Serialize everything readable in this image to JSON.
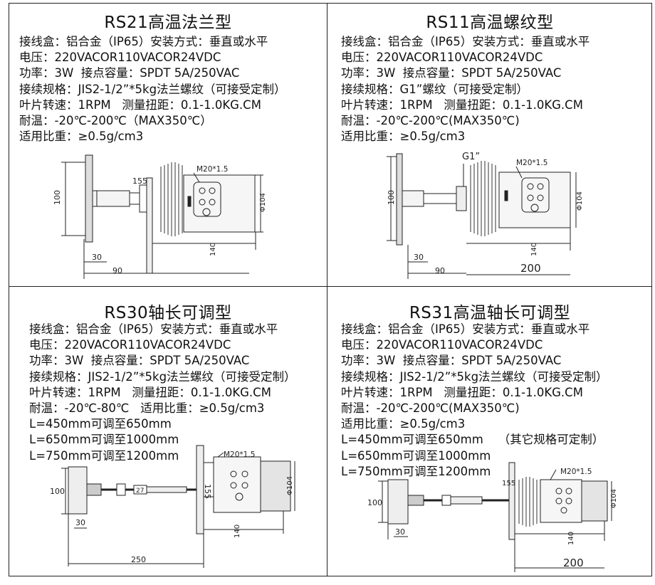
{
  "panels": [
    {
      "title": "RS21高温法兰型",
      "specs": [
        "接线盒：铝合金（IP65）安装方式：垂直或水平",
        "电压：220VACOR110VACOR24VDC",
        "功率：3W  接点容量：SPDT 5A/250VAC",
        "接续规格：JIS2-1/2”*5kg法兰螺纹（可接受定制）",
        "叶片转速：1RPM   测量扭距：0.1-1.0KG.CM",
        "耐温：-20℃-200℃（MAX350℃）",
        "适用比重：≥0.5g/cm3"
      ],
      "drawing": {
        "thread": "M20*1.5",
        "dia": "Φ104",
        "height": "100",
        "d30": "30",
        "d90": "90",
        "d155": "155",
        "d140": "140"
      }
    },
    {
      "title": "RS11高温螺纹型",
      "specs": [
        "接线盒：铝合金（IP65）安装方式：垂直或水平",
        "电压：220VACOR110VACOR24VDC",
        "功率：3W  接点容量：SPDT 5A/250VAC",
        "接续规格：G1”螺纹（可接受定制）",
        "叶片转速：1RPM   测量扭距：0.1-1.0KG.CM",
        "耐温：-20℃-200℃(MAX350℃)",
        "适用比重：≥0.5g/cm3"
      ],
      "drawing": {
        "g1": "G1”",
        "thread": "M20*1.5",
        "dia": "Φ104",
        "height": "100",
        "d30": "30",
        "d90": "90",
        "d140": "140",
        "d200": "200"
      }
    },
    {
      "title": "RS30轴长可调型",
      "specs": [
        "接线盒：铝合金（IP65）安装方式：垂直或水平",
        "电压：220VACOR110VACOR24VDC",
        "功率：3W  接点容量：SPDT 5A/250VAC",
        "接续规格：JIS2-1/2”*5kg法兰螺纹（可接受定制）",
        "叶片转速：1RPM   测量扭距：0.1-1.0KG.CM",
        "耐温：-20℃-80℃   适用比重：≥0.5g/cm3",
        "L=450mm可调至650mm",
        "L=650mm可调至1000mm",
        "L=750mm可调至1200mm"
      ],
      "drawing": {
        "thread": "M20*1.5",
        "dia": "Φ104",
        "height": "100",
        "d30": "30",
        "d27": "27",
        "d155": "155",
        "d140": "140",
        "d250": "250"
      }
    },
    {
      "title": "RS31高温轴长可调型",
      "specs": [
        "接线盒：铝合金（IP65）安装方式：垂直或水平",
        "电压：220VACOR110VACOR24VDC",
        "功率：3W  接点容量：SPDT 5A/250VAC",
        "接续规格：JIS2-1/2”*5kg法兰螺纹（可接受定制）",
        "叶片转速：1RPM   测量扭距：0.1-1.0KG.CM",
        "耐温：-20℃-200℃(MAX350℃)",
        "适用比重：≥0.5g/cm3",
        "L=450mm可调至650mm    （其它规格可定制）",
        "L=650mm可调至1000mm",
        "L=750mm可调至1200mm"
      ],
      "drawing": {
        "thread": "M20*1.5",
        "dia": "Φ104",
        "height": "100",
        "d30": "30",
        "d155": "155",
        "d140": "140",
        "d200": "200"
      }
    }
  ]
}
